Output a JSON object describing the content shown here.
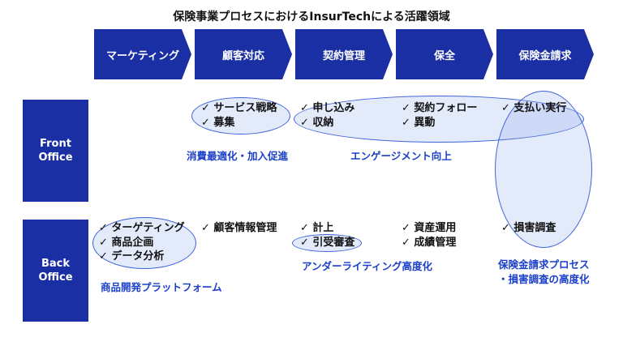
{
  "title": "保険事業プロセスにおけるInsurTechによる活躍領域",
  "process_steps": [
    "マーケティング",
    "顧客対応",
    "契約管理",
    "保全",
    "保険金請求"
  ],
  "rows": {
    "front_label_line1": "Front",
    "front_label_line2": "Office",
    "back_label_line1": "Back",
    "back_label_line2": "Office"
  },
  "front": {
    "customer": [
      "✓ サービス戦略",
      "✓ 募集"
    ],
    "contract": [
      "✓ 申し込み",
      "✓ 収納"
    ],
    "maintenance": [
      "✓ 契約フォロー",
      "✓ 異動"
    ],
    "claims": [
      "✓ 支払い実行"
    ]
  },
  "back": {
    "marketing": [
      "✓ ターゲティング",
      "✓ 商品企画",
      "✓ データ分析"
    ],
    "customer": [
      "✓ 顧客情報管理"
    ],
    "contract": [
      "✓ 計上",
      "✓ 引受審査"
    ],
    "maintenance": [
      "✓ 資産運用",
      "✓ 成績管理"
    ],
    "claims": [
      "✓ 損害調査"
    ]
  },
  "captions": {
    "consumption": "消費最適化・加入促進",
    "engagement": "エンゲージメント向上",
    "product_platform": "商品開発プラットフォーム",
    "underwriting": "アンダーライティング高度化",
    "claims_line1": "保険金請求プロセス",
    "claims_line2": "・損害調査の高度化"
  },
  "colors": {
    "header_fill": "#1a2fa3",
    "caption_text": "#1a3fc9",
    "oval_fill": "#7ea0e6"
  }
}
